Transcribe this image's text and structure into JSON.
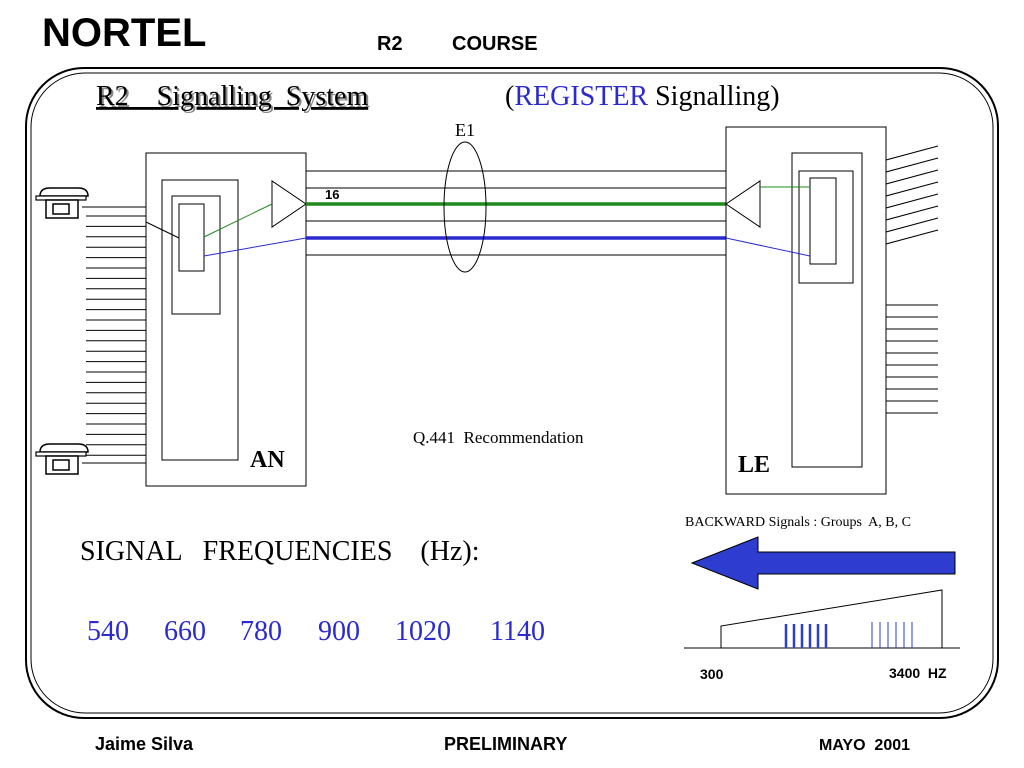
{
  "header": {
    "logo_text": "NORTEL",
    "course_code": "R2",
    "course_label": "COURSE"
  },
  "slide": {
    "title": "R2    Signalling  System",
    "subtitle_open": "(",
    "subtitle_accent": "REGISTER",
    "subtitle_rest": " Signalling)",
    "accent_color": "#2a2ad0"
  },
  "diagram": {
    "link_label": "E1",
    "timeslot_label": "16",
    "left_node_label": "AN",
    "right_node_label": "LE",
    "recommendation": "Q.441  Recommendation",
    "forward_line_color": "#1e8a1e",
    "backward_line_color": "#2a2ad0"
  },
  "frequencies": {
    "heading": "SIGNAL   FREQUENCIES    (Hz):",
    "values": [
      "540",
      "660",
      "780",
      "900",
      "1020",
      "1140"
    ]
  },
  "spectrum": {
    "caption": "BACKWARD Signals : Groups  A, B, C",
    "low_label": "300",
    "high_label": "3400  HZ",
    "arrow_color": "#2e3ccf"
  },
  "footer": {
    "author": "Jaime Silva",
    "status": "PRELIMINARY",
    "date": "MAYO  2001"
  }
}
